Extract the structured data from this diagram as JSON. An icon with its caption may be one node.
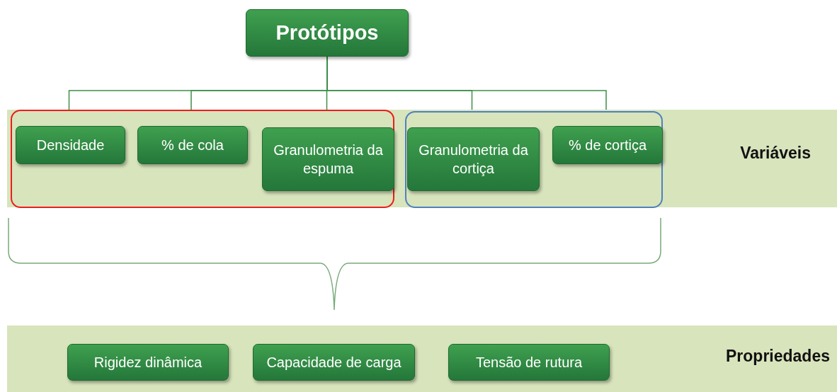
{
  "diagram": {
    "nodes": [
      {
        "text": [
          "Protótipos"
        ]
      },
      {
        "text": [
          "Variáveis"
        ]
      },
      {
        "text": [],
        "shape": "box",
        "in": 1
      },
      {
        "text": [
          "Densidade"
        ],
        "in": 2
      },
      {
        "text": [
          "% de cola"
        ],
        "in": 2
      },
      {
        "text": [
          "Granulometria da espuma"
        ],
        "in": 2
      },
      {
        "text": [],
        "shape": "box",
        "in": 1
      },
      {
        "text": [
          "Granulometria da cortiça"
        ],
        "in": 6
      },
      {
        "text": [
          "% de cortiça"
        ],
        "in": 6
      },
      {
        "text": [
          "Propriedades"
        ]
      },
      {
        "text": [
          "Rigidez dinâmica"
        ],
        "in": 9
      },
      {
        "text": [
          "Capacidade de carga"
        ],
        "in": 9
      },
      {
        "text": [
          "Tensão de rutura"
        ],
        "in": 9
      }
    ],
    "edges": [
      {
        "from": 0,
        "to": 3,
        "arrow": "none"
      },
      {
        "from": 0,
        "to": 4,
        "arrow": "none"
      },
      {
        "from": 0,
        "to": 5,
        "arrow": "none"
      },
      {
        "from": 0,
        "to": 7,
        "arrow": "none"
      },
      {
        "from": 0,
        "to": 8,
        "arrow": "none"
      }
    ]
  }
}
